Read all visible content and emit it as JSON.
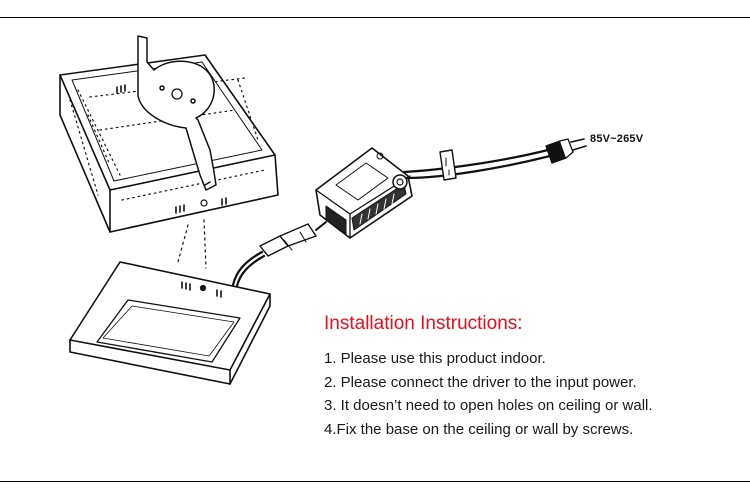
{
  "voltage_label": "85V~265V",
  "instructions": {
    "title": "Installation Instructions:",
    "steps": [
      "1. Please use this product indoor.",
      "2. Please connect the driver to the input power.",
      "3. It doesn’t need to open holes on ceiling or wall.",
      "4.Fix the base on the ceiling or wall by screws."
    ]
  },
  "colors": {
    "title": "#e3101b",
    "text": "#1a1a1a",
    "line": "#111111"
  }
}
